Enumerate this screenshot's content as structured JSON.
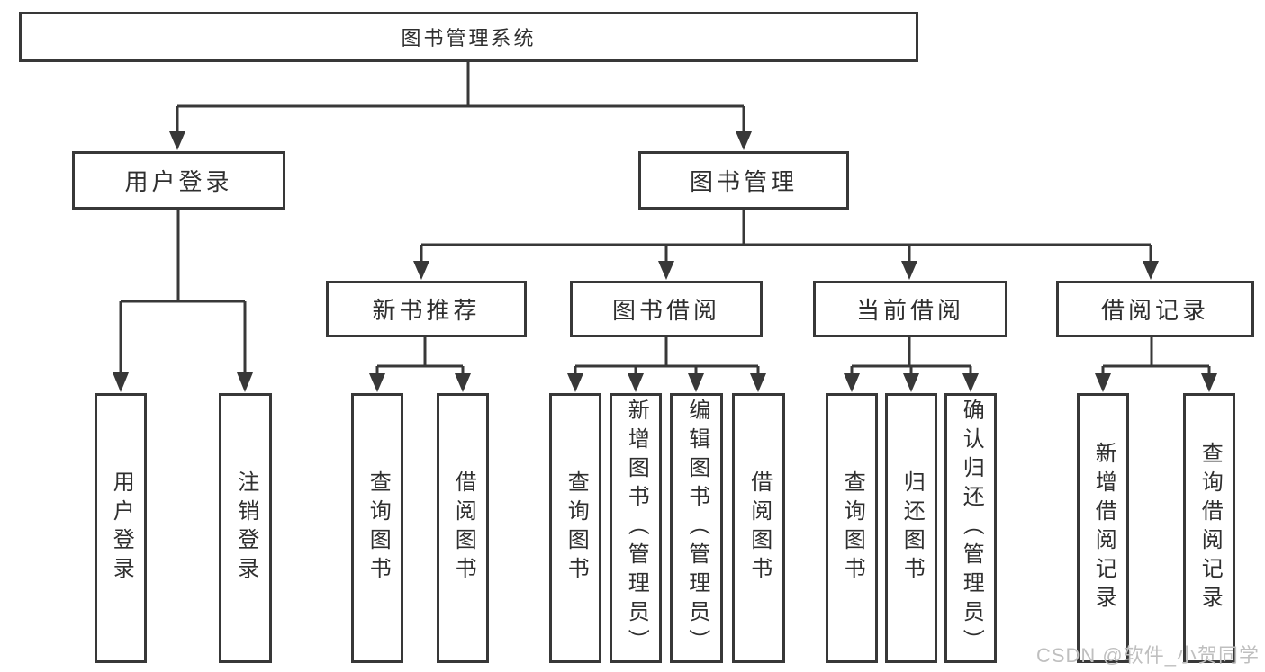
{
  "diagram": {
    "root": "图书管理系统",
    "branches": [
      {
        "label": "用户登录",
        "children": [
          "用户登录",
          "注销登录"
        ]
      },
      {
        "label": "图书管理",
        "children": [
          {
            "label": "新书推荐",
            "children": [
              "查询图书",
              "借阅图书"
            ]
          },
          {
            "label": "图书借阅",
            "children": [
              "查询图书",
              "新增图书（管理员）",
              "编辑图书（管理员）",
              "借阅图书"
            ]
          },
          {
            "label": "当前借阅",
            "children": [
              "查询图书",
              "归还图书",
              "确认归还（管理员）"
            ]
          },
          {
            "label": "借阅记录",
            "children": [
              "新增借阅记录",
              "查询借阅记录"
            ]
          }
        ]
      }
    ]
  },
  "watermark": {
    "text": "CSDN @软件_小贺同学"
  },
  "colors": {
    "line": "#383838",
    "text": "#2f2f2f",
    "watermark": "#bfbfbf",
    "background": "#ffffff"
  }
}
